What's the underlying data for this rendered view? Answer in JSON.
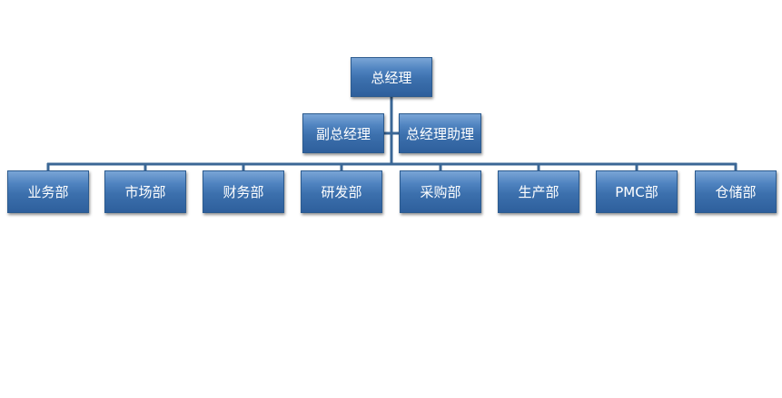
{
  "org_chart": {
    "root": {
      "label": "总经理"
    },
    "assistants": [
      {
        "label": "副总经理"
      },
      {
        "label": "总经理助理"
      }
    ],
    "departments": [
      {
        "label": "业务部"
      },
      {
        "label": "市场部"
      },
      {
        "label": "财务部"
      },
      {
        "label": "研发部"
      },
      {
        "label": "采购部"
      },
      {
        "label": "生产部"
      },
      {
        "label": "PMC部"
      },
      {
        "label": "仓储部"
      }
    ],
    "colors": {
      "node_fill": "#3c70ad",
      "node_border": "#2c5b8f",
      "connector": "#3b6796",
      "text": "#ffffff"
    }
  }
}
